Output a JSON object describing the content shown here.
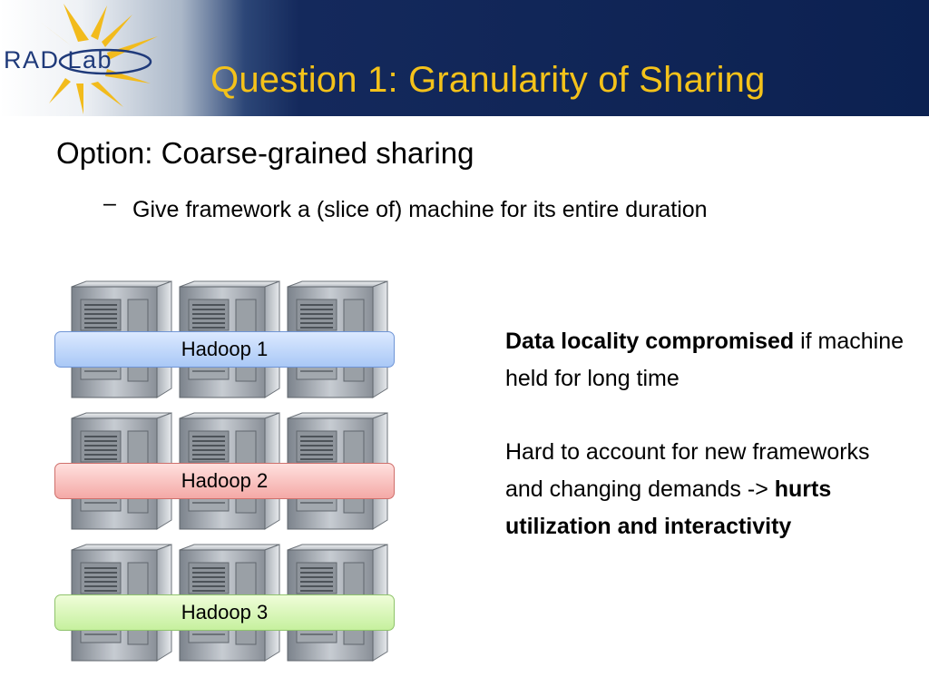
{
  "header": {
    "logo_text": "RAD Lab",
    "title": "Question 1: Granularity of Sharing"
  },
  "bullets": {
    "main": "Option: Coarse-grained sharing",
    "sub_marker": "–",
    "sub": "Give framework a (slice of) machine for its entire duration"
  },
  "clusters": [
    {
      "label": "Hadoop 1",
      "color": "#a9c8f6"
    },
    {
      "label": "Hadoop 2",
      "color": "#f4a9a6"
    },
    {
      "label": "Hadoop 3",
      "color": "#c6f09e"
    }
  ],
  "notes": {
    "p1_bold": "Data locality compromised",
    "p1_rest": " if machine held for long time",
    "p2_plain": "Hard to account for new frameworks and changing demands -> ",
    "p2_bold": "hurts utilization and interactivity"
  },
  "colors": {
    "title": "#f4c21a",
    "header_navy": "#0c2151",
    "logo_text": "#1f3a7a",
    "logo_rays": "#f2bb1c"
  }
}
